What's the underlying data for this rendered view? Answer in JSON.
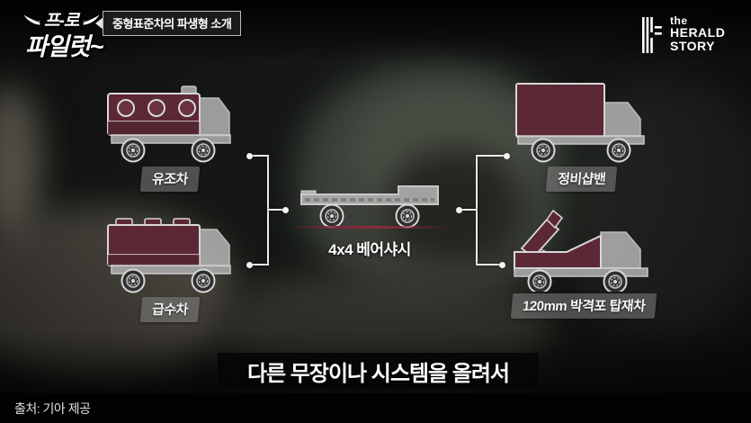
{
  "header": {
    "show_logo": {
      "line1": "프-로",
      "line2": "파일럿~"
    },
    "topic_badge": "중형표준차의 파생형 소개",
    "channel": {
      "the": "the",
      "herald": "HERALD",
      "story": "STORY"
    }
  },
  "diagram": {
    "center_label": "4x4 베어샤시",
    "vehicles": [
      {
        "id": "tanker",
        "label": "유조차"
      },
      {
        "id": "water-truck",
        "label": "급수차"
      },
      {
        "id": "repair-van",
        "label": "정비샵밴"
      },
      {
        "id": "mortar-carrier",
        "label": "120mm 박격포 탑재차"
      }
    ]
  },
  "subtitle": {
    "text": "다른 무장이나 시스템을 올려서"
  },
  "source": {
    "text": "출처: 기아 제공"
  },
  "icons": {
    "wing_left": "wing-icon",
    "wing_right": "wing-icon",
    "channel_bars": "bars-icon"
  },
  "colors": {
    "vehicle_body": "#5c2836",
    "vehicle_body_light": "#6b3140",
    "vehicle_outline": "#d8d8d8",
    "cab_gray": "#b4b4b4",
    "accent_red_line": "#8c2c3d",
    "connector": "#ededed",
    "label_badge_bg": "rgba(138,138,138,0.5)"
  }
}
